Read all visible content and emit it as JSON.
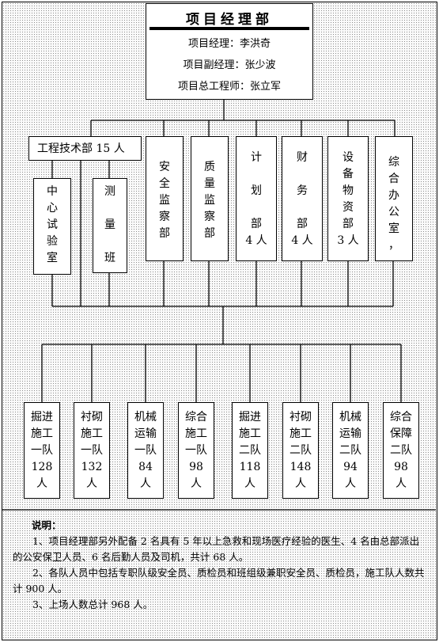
{
  "manager": {
    "title": "项目经理部",
    "lines": [
      "项目经理：李洪奇",
      "项目副经理：张少波",
      "项目总工程师：张立军"
    ]
  },
  "tech_dept": {
    "label": "工程技术部 15 人",
    "subs": [
      "中\n心\n试\n验\n室",
      "测\n\n量\n\n班"
    ]
  },
  "departments": [
    "安\n全\n监\n察\n部",
    "质\n量\n监\n察\n部",
    "计\n\n划\n\n部\n4 人",
    "财\n\n务\n\n部\n4 人",
    "设\n备\n物\n资\n部\n3 人",
    "综\n合\n办\n公\n室\n，"
  ],
  "teams": [
    "掘进\n施工\n一队\n128\n人",
    "衬砌\n施工\n一队\n132\n人",
    "机械\n运输\n一队\n84\n人",
    "综合\n施工\n一队\n98\n人",
    "掘进\n施工\n二队\n118\n人",
    "衬砌\n施工\n二队\n148\n人",
    "机械\n运输\n二队\n94\n人",
    "综合\n保障\n二队\n98\n人"
  ],
  "notes": {
    "heading": "说明：",
    "items": [
      "1、项目经理部另外配备 2 名具有 5 年以上急救和现场医疗经验的医生、4 名由总部派出的公安保卫人员、6 名后勤人员及司机，共计 68 人。",
      "2、各队人员中包括专职队级安全员、质检员和班组级兼职安全员、质检员，施工队人数共计 900 人。",
      "3、上场人数总计 968 人。"
    ]
  }
}
